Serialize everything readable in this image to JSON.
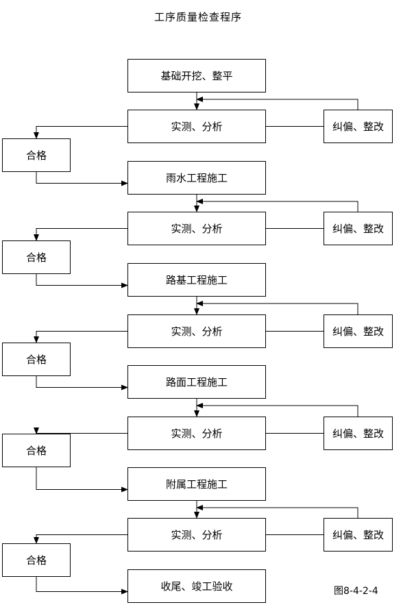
{
  "title": "工序质量检查程序",
  "figure_label": "图8-4-2-4",
  "stages": [
    {
      "process": "基础开挖、整平",
      "inspect": "实测、分析",
      "correct": "纠偏、整改",
      "pass": "合格"
    },
    {
      "process": "雨水工程施工",
      "inspect": "实测、分析",
      "correct": "纠偏、整改",
      "pass": "合格"
    },
    {
      "process": "路基工程施工",
      "inspect": "实测、分析",
      "correct": "纠偏、整改",
      "pass": "合格"
    },
    {
      "process": "路面工程施工",
      "inspect": "实测、分析",
      "correct": "纠偏、整改",
      "pass": "合格"
    },
    {
      "process": "附属工程施工",
      "inspect": "实测、分析",
      "correct": "纠偏、整改",
      "pass": "合格"
    }
  ],
  "final_step": "收尾、竣工验收"
}
